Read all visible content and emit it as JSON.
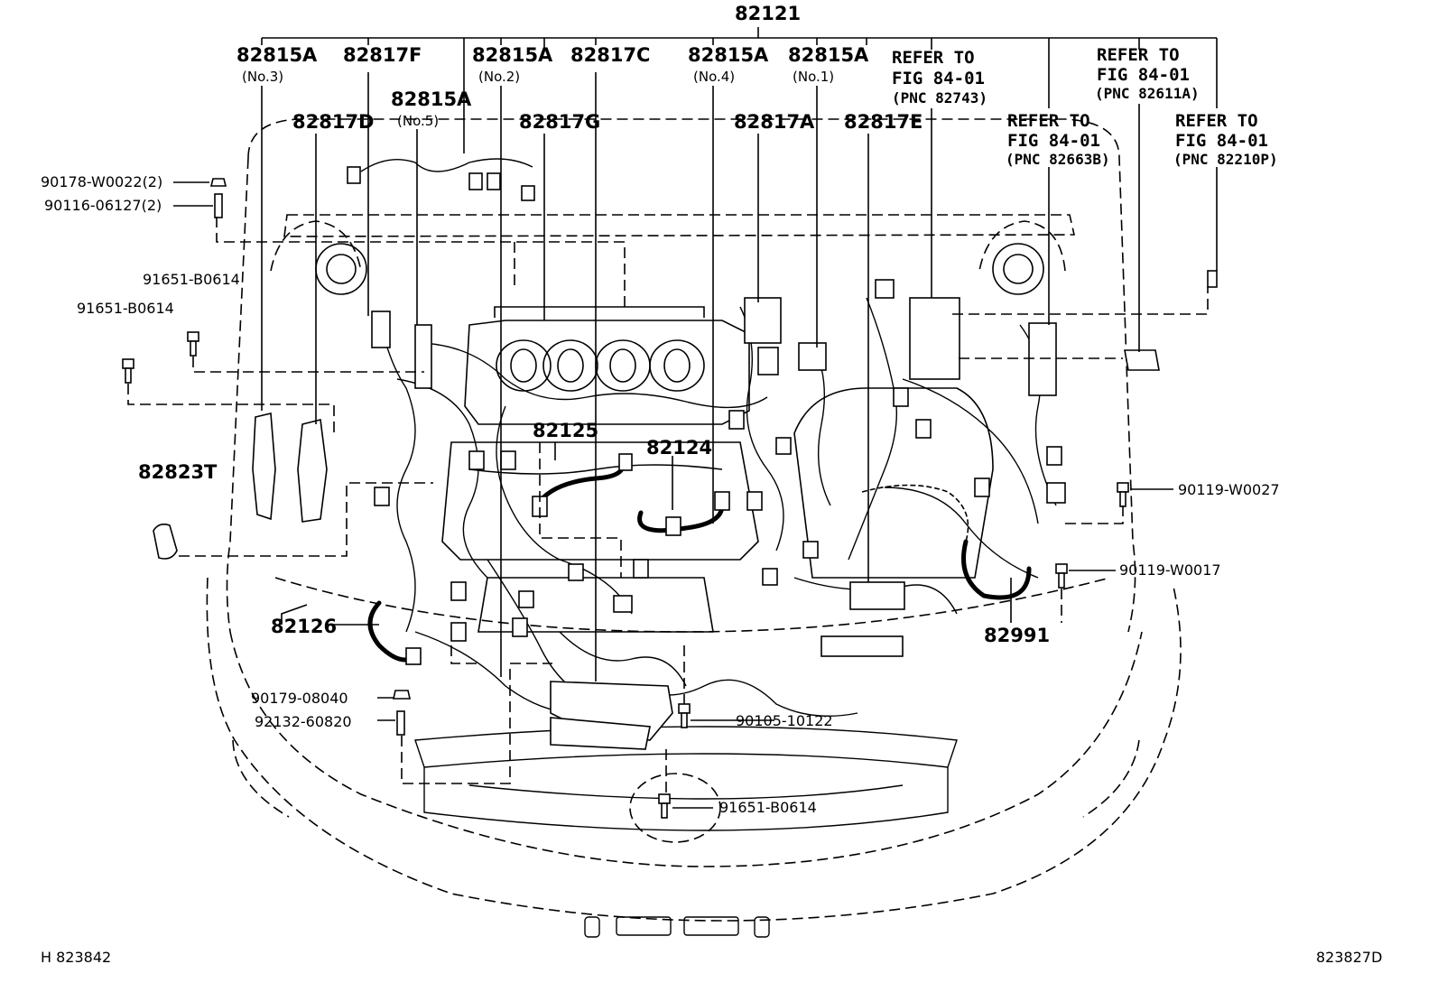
{
  "diagram": {
    "main_part": "82121",
    "top_callouts": [
      {
        "pn": "82815A",
        "sub": "(No.3)"
      },
      {
        "pn": "82817F",
        "sub": ""
      },
      {
        "pn": "82815A",
        "sub": "(No.2)"
      },
      {
        "pn": "82817C",
        "sub": ""
      },
      {
        "pn": "82815A",
        "sub": "(No.4)"
      },
      {
        "pn": "82815A",
        "sub": "(No.1)"
      },
      {
        "pn": "82815A",
        "sub": "(No.5)"
      },
      {
        "pn": "82817D",
        "sub": ""
      },
      {
        "pn": "82817G",
        "sub": ""
      },
      {
        "pn": "82817A",
        "sub": ""
      },
      {
        "pn": "82817E",
        "sub": ""
      }
    ],
    "references": [
      {
        "line1": "REFER TO",
        "line2": "FIG 84-01",
        "line3": "(PNC 82743)"
      },
      {
        "line1": "REFER TO",
        "line2": "FIG 84-01",
        "line3": "(PNC 82611A)"
      },
      {
        "line1": "REFER TO",
        "line2": "FIG 84-01",
        "line3": "(PNC 82663B)"
      },
      {
        "line1": "REFER TO",
        "line2": "FIG 84-01",
        "line3": "(PNC 82210P)"
      }
    ],
    "left_parts": [
      "90178-W0022(2)",
      "90116-06127(2)",
      "91651-B0614",
      "91651-B0614",
      "82823T",
      "82126",
      "90179-08040",
      "92132-60820"
    ],
    "center_parts": [
      "82125",
      "82124"
    ],
    "right_parts": [
      "90119-W0027",
      "90119-W0017",
      "82991"
    ],
    "bottom_parts": [
      "90105-10122",
      "91651-B0614"
    ],
    "footer_left": "H 823842",
    "footer_right": "823827D"
  }
}
